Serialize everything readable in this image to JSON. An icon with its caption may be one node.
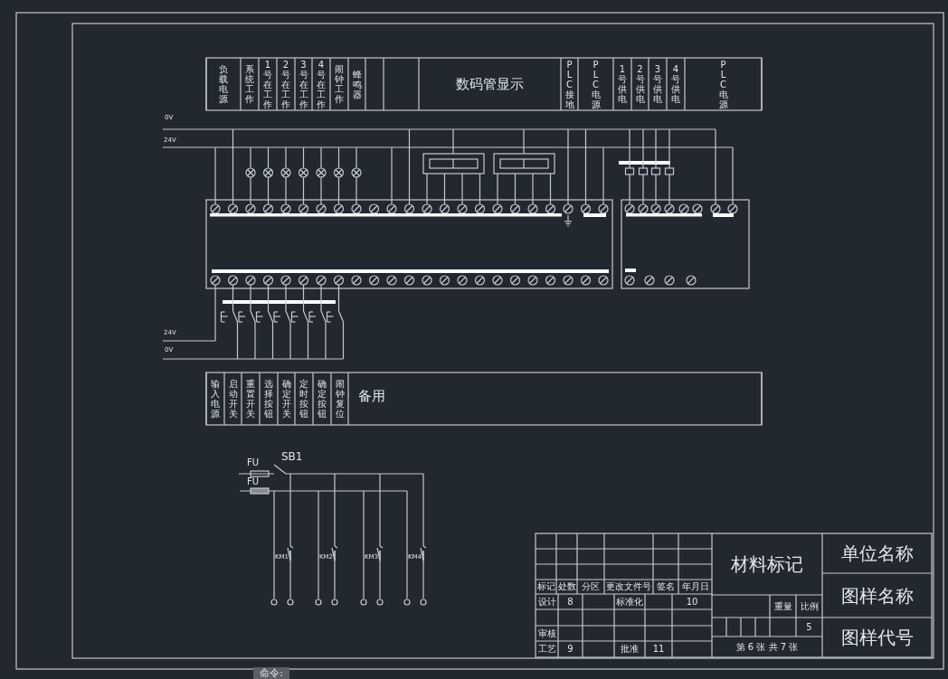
{
  "diagram": {
    "labels": [
      "负载电源",
      "系统工作",
      "1号在工作",
      "2号在工作",
      "3号在工作",
      "4号在工作",
      "闹钟工作",
      "蜂鸣器",
      "数码管显示",
      "PLC接地",
      "PLC电源",
      "1号供电",
      "2号供电",
      "3号供电",
      "4号供电",
      "PLC电源",
      "0V",
      "24V",
      "24V",
      "0V",
      "输入电源",
      "启动开关",
      "重置开关",
      "选择按钮",
      "确定开关",
      "定时按钮",
      "确定按钮",
      "闹钟复位",
      "备用",
      "SB1",
      "FU",
      "FU",
      "KM1",
      "KM2",
      "KM3",
      "KM4",
      "材料标记",
      "单位名称",
      "标记",
      "处数",
      "分区",
      "更改文件号",
      "签名",
      "年月日",
      "图样名称",
      "设计",
      "8",
      "标准化",
      "10",
      "重量",
      "比例",
      "5",
      "审核",
      "图样代号",
      "工艺",
      "9",
      "批准",
      "11",
      "第 6 张 共 7 张",
      "命令:"
    ]
  }
}
